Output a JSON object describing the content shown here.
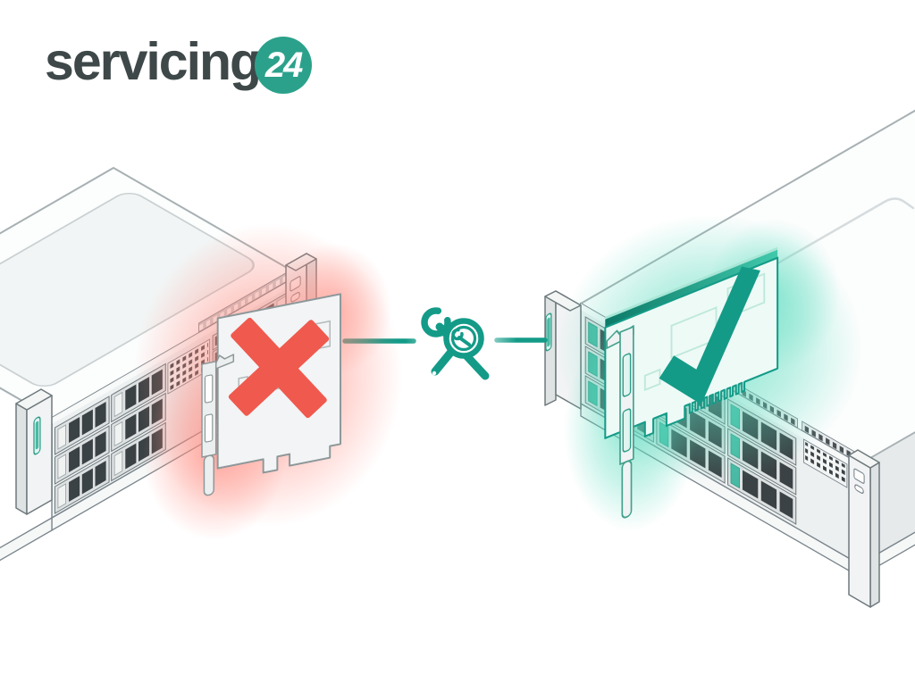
{
  "logo": {
    "name": "servicing",
    "badge": "24"
  },
  "illustration": {
    "description": "Isometric diagram: server with faulty expansion card (red X), service wrench-and-magnifier icon, server with replaced card (teal check)",
    "left_marker_icon": "error-x-icon",
    "center_icon": "wrench-magnifier-icon",
    "right_marker_icon": "check-icon"
  },
  "colors": {
    "brand_circle": "#2BA18B",
    "logo_ink": "#3E4849",
    "accent_teal": "#149B88",
    "teal_dark": "#0C7A68",
    "teal_bright": "#41C9AC",
    "teal_light": "#A8E6D6",
    "mint": "#EDFAF6",
    "mint_line": "#BFE8DB",
    "mint_glow": "#58DCBE",
    "led": "#49B9A4",
    "error_red": "#F0594D",
    "error_glow": "#FF8A7E",
    "chassis_white": "#FCFDFD",
    "face_gray": "#EDF0F1",
    "side_gray": "#E6EAEB",
    "tray_gray": "#DDE1E2",
    "cell_dark": "#3B4245",
    "bay_dark": "#545B5F",
    "outline": "#79848A",
    "outline_soft": "#A7B0B2"
  }
}
